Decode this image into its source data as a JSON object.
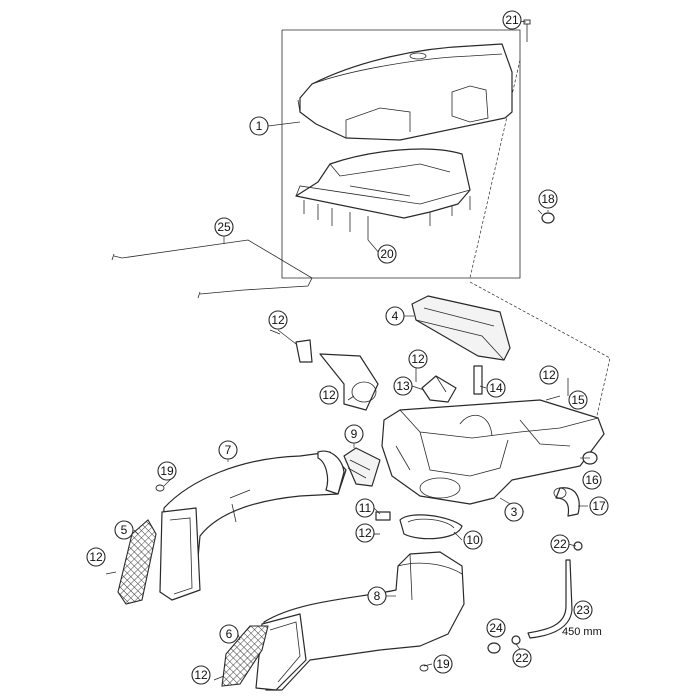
{
  "callouts": [
    {
      "id": "c1",
      "label": "1"
    },
    {
      "id": "c3",
      "label": "3"
    },
    {
      "id": "c4",
      "label": "4"
    },
    {
      "id": "c5",
      "label": "5"
    },
    {
      "id": "c6",
      "label": "6"
    },
    {
      "id": "c7",
      "label": "7"
    },
    {
      "id": "c8",
      "label": "8"
    },
    {
      "id": "c9",
      "label": "9"
    },
    {
      "id": "c10",
      "label": "10"
    },
    {
      "id": "c11",
      "label": "11"
    },
    {
      "id": "c12a",
      "label": "12"
    },
    {
      "id": "c12b",
      "label": "12"
    },
    {
      "id": "c12c",
      "label": "12"
    },
    {
      "id": "c12d",
      "label": "12"
    },
    {
      "id": "c12e",
      "label": "12"
    },
    {
      "id": "c12f",
      "label": "12"
    },
    {
      "id": "c12g",
      "label": "12"
    },
    {
      "id": "c13",
      "label": "13"
    },
    {
      "id": "c14",
      "label": "14"
    },
    {
      "id": "c15",
      "label": "15"
    },
    {
      "id": "c16",
      "label": "16"
    },
    {
      "id": "c17",
      "label": "17"
    },
    {
      "id": "c18",
      "label": "18"
    },
    {
      "id": "c19a",
      "label": "19"
    },
    {
      "id": "c19b",
      "label": "19"
    },
    {
      "id": "c20",
      "label": "20"
    },
    {
      "id": "c21",
      "label": "21"
    },
    {
      "id": "c22a",
      "label": "22"
    },
    {
      "id": "c22b",
      "label": "22"
    },
    {
      "id": "c23",
      "label": "23"
    },
    {
      "id": "c24",
      "label": "24"
    },
    {
      "id": "c25",
      "label": "25"
    }
  ],
  "dimension_label": "450 mm"
}
